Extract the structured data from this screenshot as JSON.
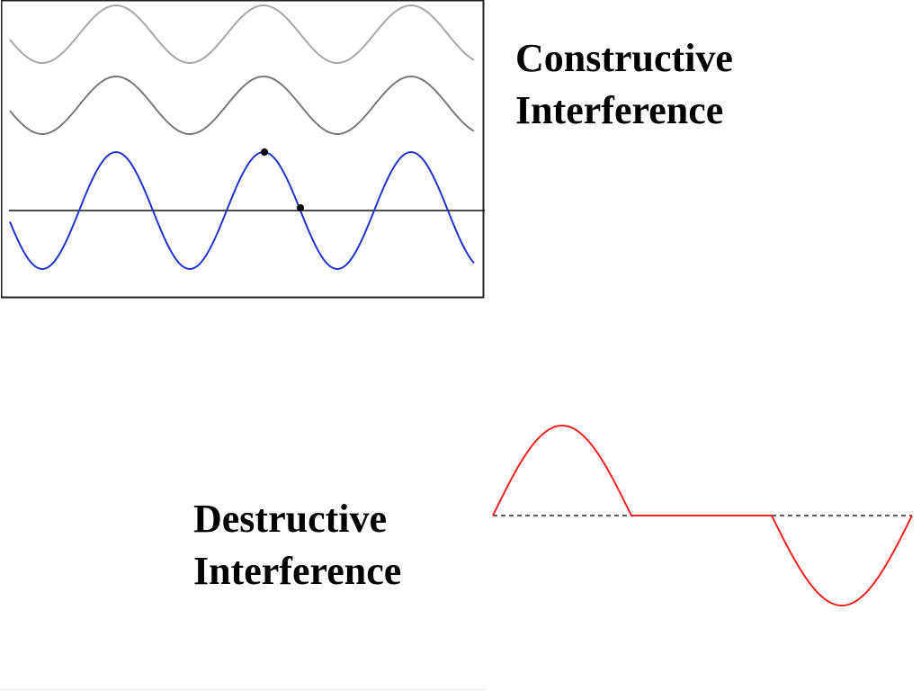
{
  "constructive": {
    "title_line1": "Constructive",
    "title_line2": "Interference",
    "box_border_color": "#222222",
    "wave_top_color": "#a8a8a8",
    "wave_middle_color": "#7a7a7a",
    "wave_sum_color": "#2233cc",
    "axis_color": "#111111",
    "marker_color": "#000000"
  },
  "destructive": {
    "title_line1": "Destructive",
    "title_line2": "Interference",
    "wave_color": "#ee2222",
    "dashed_axis_color": "#222222"
  }
}
